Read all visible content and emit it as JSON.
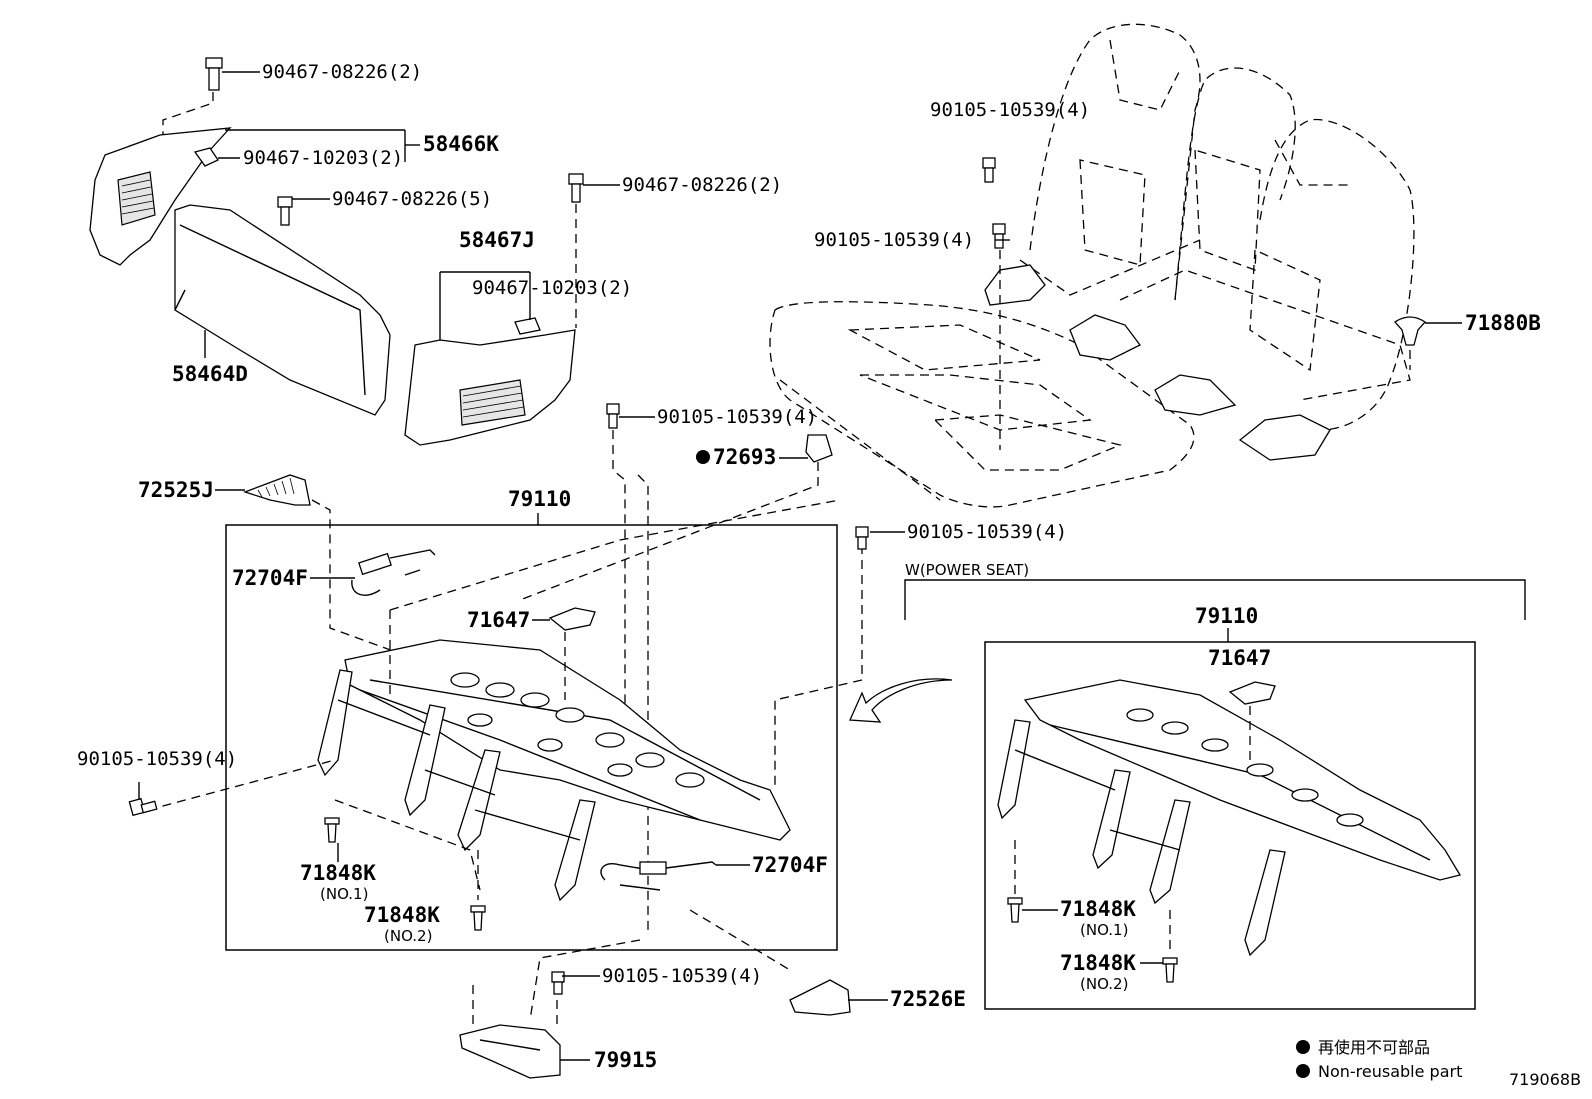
{
  "labels": {
    "bolt_top_left": "90467-08226(2)",
    "clip_top_left": "90467-10203(2)",
    "assy_58466k": "58466K",
    "bolt_5": "90467-08226(5)",
    "panel_58464d": "58464D",
    "bolt_top_mid": "90467-08226(2)",
    "assy_58467j": "58467J",
    "clip_mid": "90467-10203(2)",
    "seat_bolt_1": "90105-10539(4)",
    "seat_bolt_2": "90105-10539(4)",
    "clip_71880b": "71880B",
    "bolt_center": "90105-10539(4)",
    "part_72693": "72693",
    "cover_72525j": "72525J",
    "frame_79110": "79110",
    "bolt_right_frame": "90105-10539(4)",
    "cable_72704f_top": "72704F",
    "bracket_71647": "71647",
    "bolt_left": "90105-10539(4)",
    "pin_71848k_1": "71848K",
    "no1": "(NO.1)",
    "pin_71848k_2": "71848K",
    "no2": "(NO.2)",
    "cable_72704f_bottom": "72704F",
    "bolt_bottom": "90105-10539(4)",
    "cover_72526e": "72526E",
    "bracket_79915": "79915",
    "power_seat": "W(POWER SEAT)",
    "frame_79110_power": "79110",
    "bracket_71647_power": "71647",
    "pin_71848k_1_power": "71848K",
    "no1_power": "(NO.1)",
    "pin_71848k_2_power": "71848K",
    "no2_power": "(NO.2)"
  },
  "legend": {
    "jp": "再使用不可部品",
    "en": "Non-reusable part"
  },
  "diagram_id": "719068B"
}
